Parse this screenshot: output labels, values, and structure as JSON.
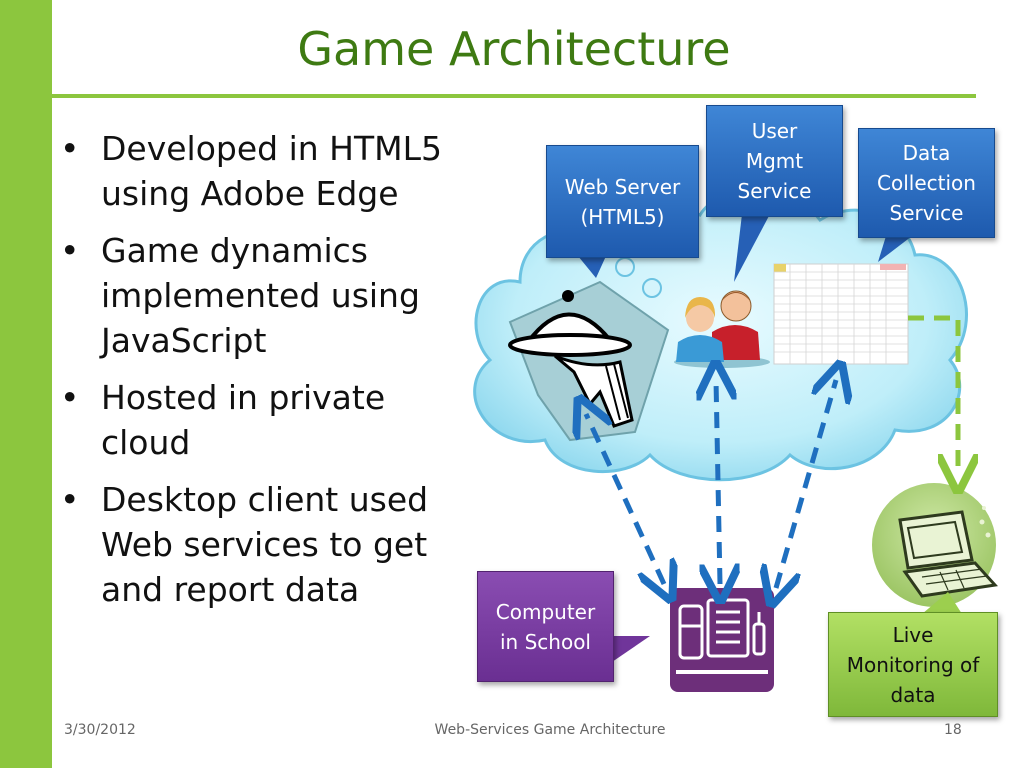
{
  "slide": {
    "title": "Game Architecture",
    "bullets": [
      {
        "line1": "Developed in HTML5",
        "line2": "using Adobe Edge"
      },
      {
        "line1": "Game dynamics",
        "line2": "implemented using",
        "line3": "JavaScript"
      },
      {
        "line1": "Hosted in private",
        "line2": "cloud"
      },
      {
        "line1": "Desktop client used",
        "line2": "Web services to get",
        "line3": "and report data"
      }
    ],
    "bullet_glyph": "•"
  },
  "diagram": {
    "web_server": {
      "line1": "Web Server",
      "line2": "(HTML5)"
    },
    "user_mgmt": {
      "line1": "User",
      "line2": "Mgmt",
      "line3": "Service"
    },
    "data_collection": {
      "line1": "Data",
      "line2": "Collection",
      "line3": "Service"
    },
    "computer": {
      "line1": "Computer",
      "line2": "in School"
    },
    "live": {
      "line1": "Live",
      "line2": "Monitoring of",
      "line3": "data"
    },
    "icons": [
      "cloud-icon",
      "waiter-cloche-icon",
      "users-icon",
      "spreadsheet-icon",
      "desktop-client-icon",
      "laptop-icon"
    ],
    "colors": {
      "callout_blue": "#2a6fc6",
      "callout_purple": "#7a3aa4",
      "callout_green": "#9ccf4e",
      "arrow_blue": "#1f6fbf",
      "arrow_green": "#8cc63e",
      "accent_green": "#8cc63e",
      "title_green": "#3e7a12"
    }
  },
  "footer": {
    "date": "3/30/2012",
    "center": "Web-Services Game Architecture",
    "page": "18"
  }
}
